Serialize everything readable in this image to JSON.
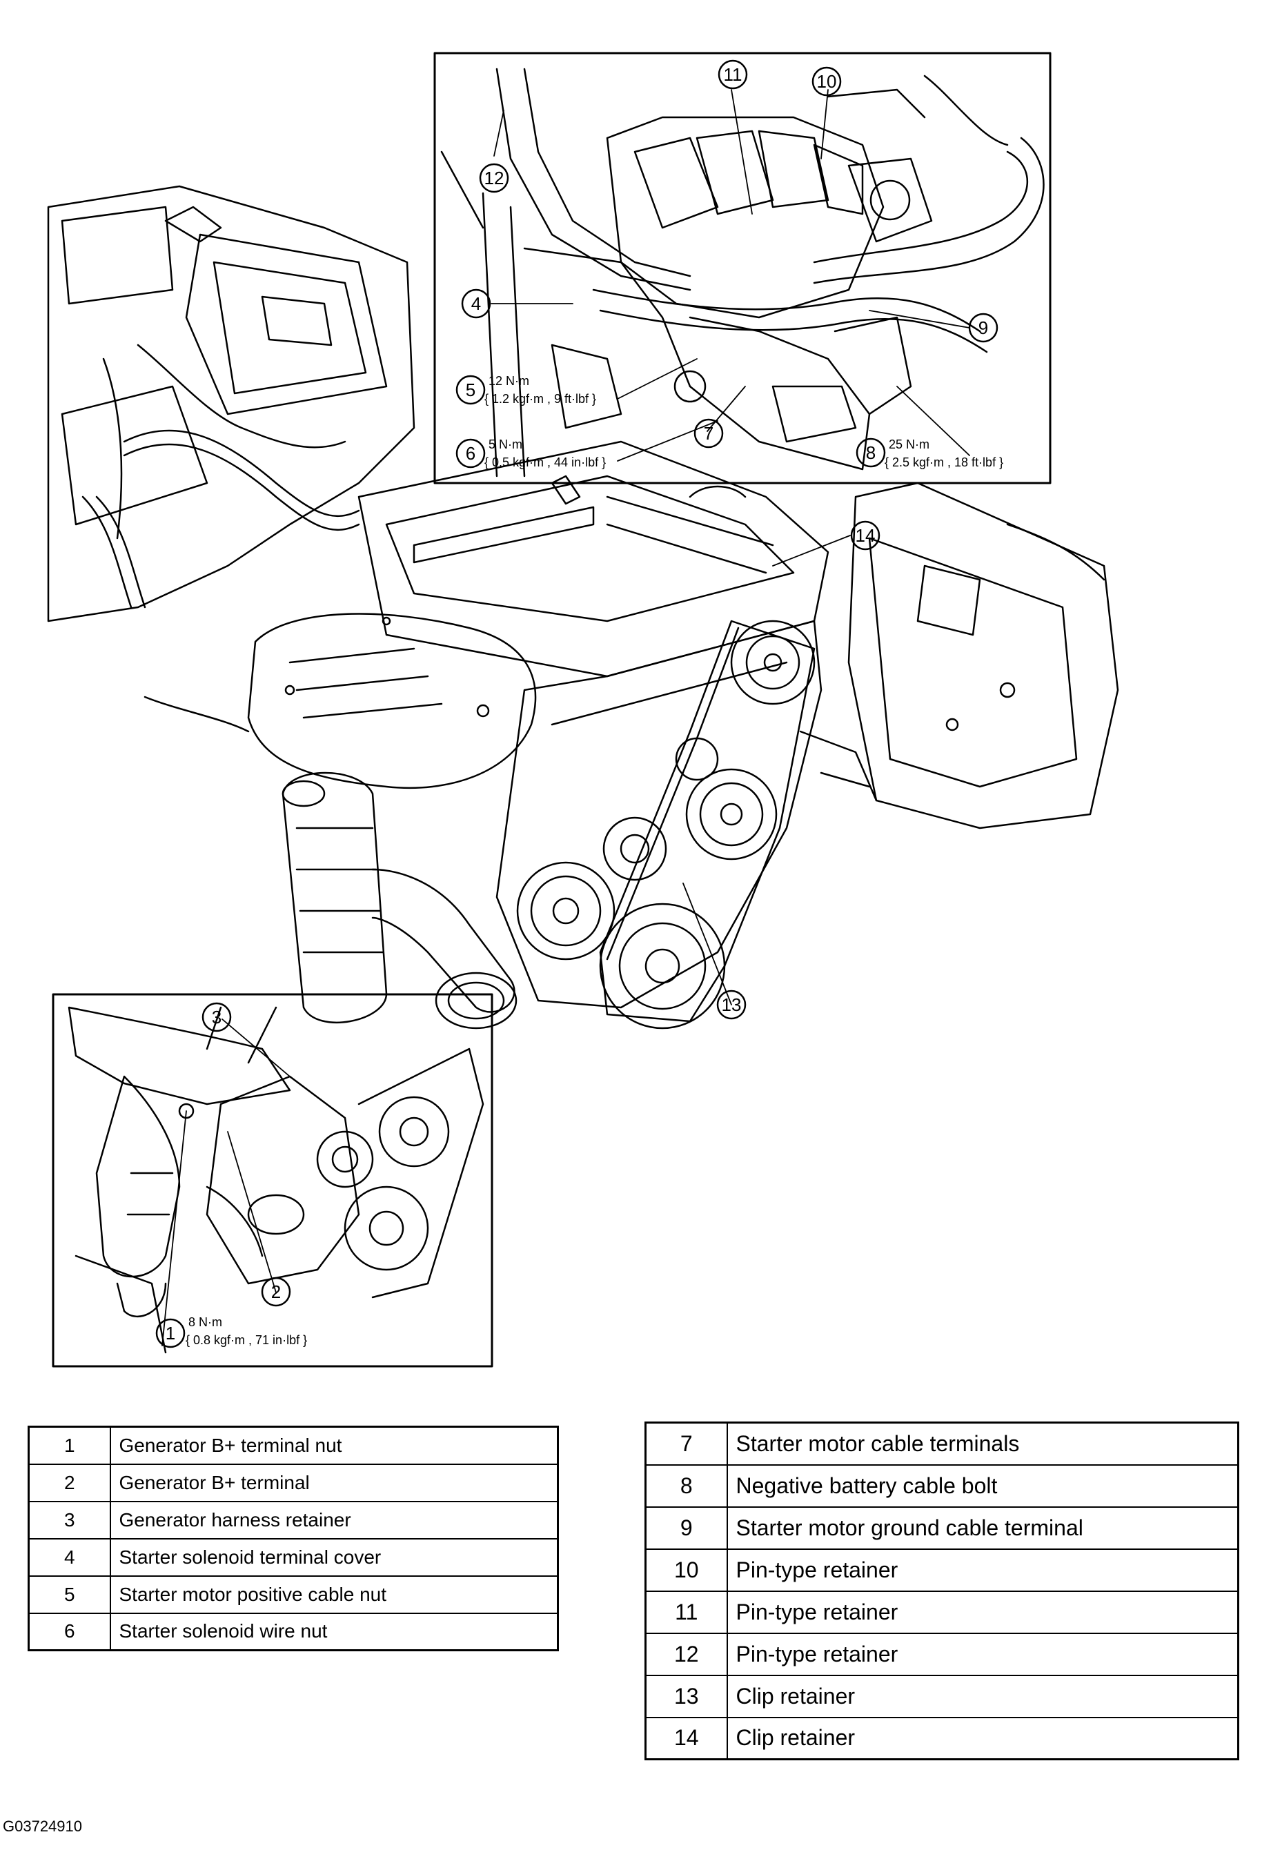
{
  "callouts": {
    "c1": "1",
    "c2": "2",
    "c3": "3",
    "c4": "4",
    "c5": "5",
    "c6": "6",
    "c7": "7",
    "c8": "8",
    "c9": "9",
    "c10": "10",
    "c11": "11",
    "c12": "12",
    "c13": "13",
    "c14": "14"
  },
  "torque": {
    "t5_a": "12 N·m",
    "t5_b": "{ 1.2 kgf·m , 9 ft·lbf }",
    "t6_a": "5 N·m",
    "t6_b": "{ 0.5 kgf·m , 44 in·lbf }",
    "t8_a": "25 N·m",
    "t8_b": "{ 2.5 kgf·m , 18 ft·lbf }",
    "t1_a": "8 N·m",
    "t1_b": "{ 0.8 kgf·m , 71 in·lbf }"
  },
  "legend_left": [
    {
      "num": "1",
      "desc": "Generator B+ terminal nut"
    },
    {
      "num": "2",
      "desc": "Generator B+ terminal"
    },
    {
      "num": "3",
      "desc": "Generator harness retainer"
    },
    {
      "num": "4",
      "desc": "Starter solenoid terminal cover"
    },
    {
      "num": "5",
      "desc": "Starter motor positive cable nut"
    },
    {
      "num": "6",
      "desc": "Starter solenoid wire nut"
    }
  ],
  "legend_right": [
    {
      "num": "7",
      "desc": "Starter motor cable terminals"
    },
    {
      "num": "8",
      "desc": "Negative battery cable bolt"
    },
    {
      "num": "9",
      "desc": "Starter motor ground cable terminal"
    },
    {
      "num": "10",
      "desc": "Pin-type retainer"
    },
    {
      "num": "11",
      "desc": "Pin-type retainer"
    },
    {
      "num": "12",
      "desc": "Pin-type retainer"
    },
    {
      "num": "13",
      "desc": "Clip retainer"
    },
    {
      "num": "14",
      "desc": "Clip retainer"
    }
  ],
  "figure_code": "G03724910"
}
